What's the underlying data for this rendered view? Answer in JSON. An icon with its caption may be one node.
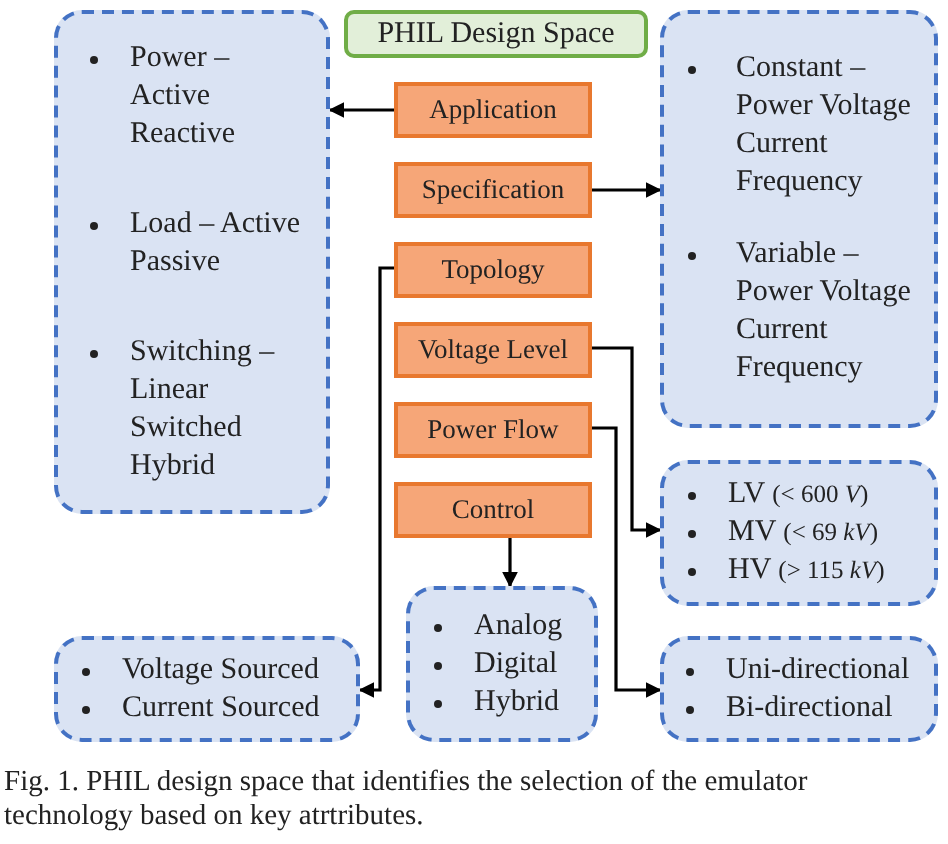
{
  "diagram": {
    "caption": "Fig. 1. PHIL design space that identifies the selection of the emulator technology based on key atrtributes.",
    "nodes": [
      {
        "text": [
          "PHIL Design Space"
        ]
      },
      {
        "text": [
          "Power – Active Reactive",
          "Load – Active Passive",
          "Switching – Linear Switched Hybrid"
        ]
      },
      {
        "text": [
          "Application"
        ]
      },
      {
        "text": [
          "Specification"
        ]
      },
      {
        "text": [
          "Constant – Power Voltage Current Frequency",
          "Variable – Power Voltage Current Frequency"
        ]
      },
      {
        "text": [
          "Topology"
        ]
      },
      {
        "text": [
          "Voltage Level"
        ]
      },
      {
        "text": [
          "Power Flow"
        ]
      },
      {
        "text": [
          "Control"
        ]
      },
      {
        "text": [
          "LV (< 600 *V*)",
          "MV (< 69 *kV*)",
          "HV (> 115 *kV*)"
        ]
      },
      {
        "text": [
          "Analog",
          "Digital",
          "Hybrid"
        ]
      },
      {
        "text": [
          "Voltage Sourced",
          "Current Sourced"
        ]
      },
      {
        "text": [
          "Uni-directional",
          "Bi-directional"
        ]
      }
    ],
    "edges": [
      {
        "from": 2,
        "to": 1,
        "arrow": "to"
      },
      {
        "from": 3,
        "to": 4,
        "arrow": "to"
      },
      {
        "from": 5,
        "to": 11,
        "arrow": "to"
      },
      {
        "from": 6,
        "to": 9,
        "arrow": "to"
      },
      {
        "from": 7,
        "to": 12,
        "arrow": "to"
      },
      {
        "from": 8,
        "to": 10,
        "arrow": "to"
      }
    ]
  }
}
